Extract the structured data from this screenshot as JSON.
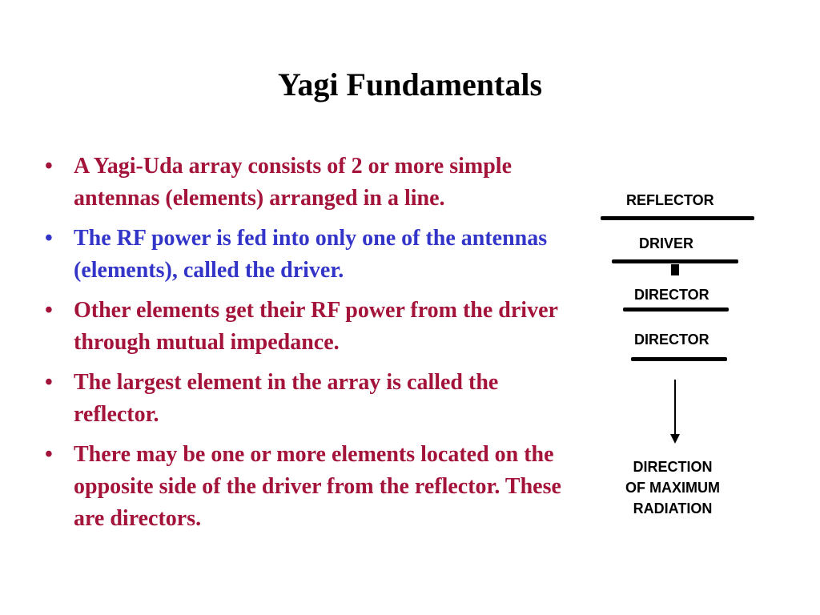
{
  "slide": {
    "title": "Yagi Fundamentals",
    "bullet_symbol": "•",
    "bullets": [
      {
        "text": "A Yagi-Uda array consists of 2 or more simple antennas (elements) arranged in a line.",
        "color": "#a3133a"
      },
      {
        "text": "The RF power is fed into only one of the antennas (elements), called the driver.",
        "color": "#3334c8"
      },
      {
        "text": "Other elements get their RF power from the driver through mutual impedance.",
        "color": "#a3133a"
      },
      {
        "text": "The largest element in the array is called the reflector.",
        "color": "#a3133a"
      },
      {
        "text": "There may be one or more elements located on the opposite side of the driver from the reflector. These are directors.",
        "color": "#a3133a"
      }
    ]
  },
  "diagram": {
    "labels": {
      "reflector": "REFLECTOR",
      "driver": "DRIVER",
      "director_1": "DIRECTOR",
      "director_2": "DIRECTOR"
    },
    "direction_lines": [
      "DIRECTION",
      "OF MAXIMUM",
      "RADIATION"
    ]
  }
}
